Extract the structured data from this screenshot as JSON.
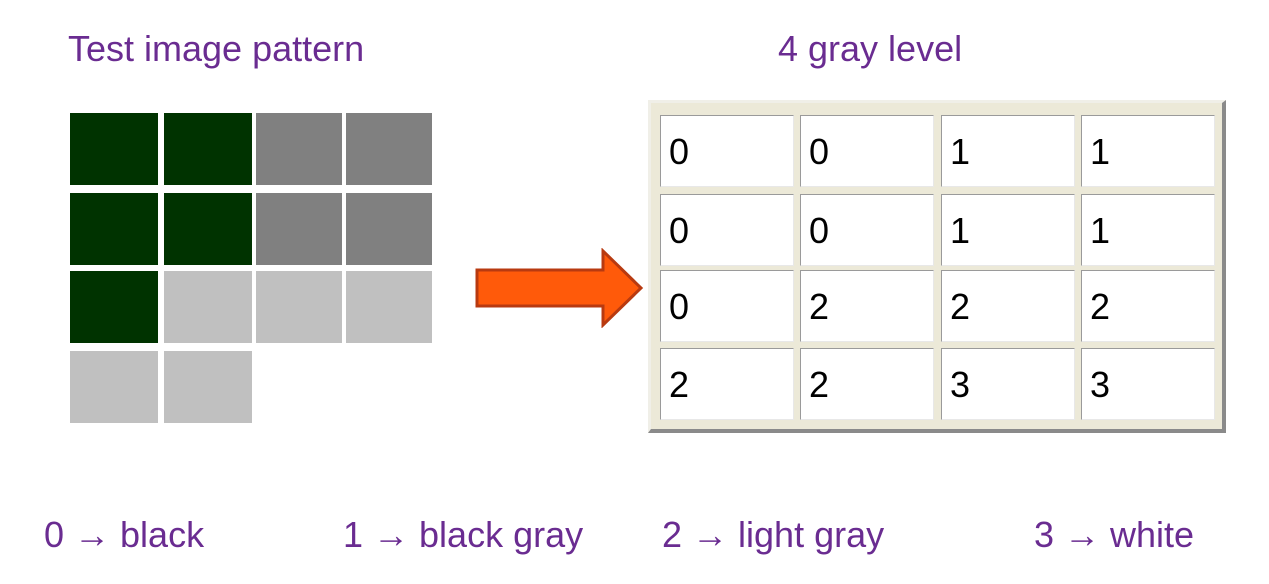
{
  "left_title": "Test image pattern",
  "right_title": "4 gray level",
  "matrix": [
    [
      "0",
      "0",
      "1",
      "1"
    ],
    [
      "0",
      "0",
      "1",
      "1"
    ],
    [
      "0",
      "2",
      "2",
      "2"
    ],
    [
      "2",
      "2",
      "3",
      "3"
    ]
  ],
  "legend": [
    {
      "text": "0 → black"
    },
    {
      "text": "1 → black gray"
    },
    {
      "text": "2 → light gray"
    },
    {
      "text": "3 → white"
    }
  ],
  "colors": {
    "black": "#003300",
    "black_gray": "#808080",
    "light_gray": "#c0c0c0",
    "white": "#ffffff",
    "arrow": "#ff5a0a",
    "text": "#6a2c91"
  }
}
